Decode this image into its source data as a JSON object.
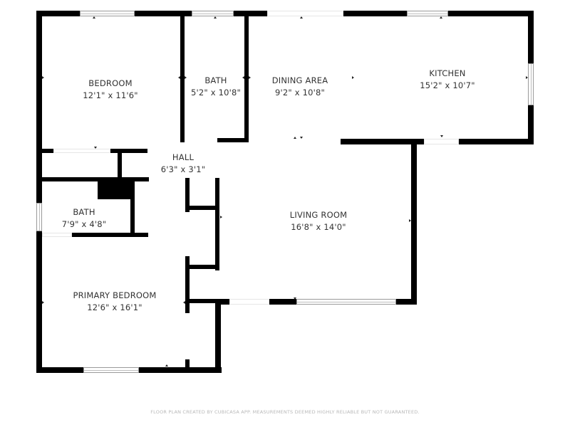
{
  "floorplan": {
    "rooms": [
      {
        "id": "bedroom",
        "name": "BEDROOM",
        "dimensions": "12'1\" x 11'6\""
      },
      {
        "id": "bath-upper",
        "name": "BATH",
        "dimensions": "5'2\" x 10'8\""
      },
      {
        "id": "dining-area",
        "name": "DINING AREA",
        "dimensions": "9'2\" x 10'8\""
      },
      {
        "id": "kitchen",
        "name": "KITCHEN",
        "dimensions": "15'2\" x 10'7\""
      },
      {
        "id": "hall",
        "name": "HALL",
        "dimensions": "6'3\" x 3'1\""
      },
      {
        "id": "bath-lower",
        "name": "BATH",
        "dimensions": "7'9\" x 4'8\""
      },
      {
        "id": "living-room",
        "name": "LIVING ROOM",
        "dimensions": "16'8\" x 14'0\""
      },
      {
        "id": "primary-bedroom",
        "name": "PRIMARY BEDROOM",
        "dimensions": "12'6\" x 16'1\""
      }
    ],
    "footer": "FLOOR PLAN CREATED BY CUBICASA APP. MEASUREMENTS DEEMED HIGHLY RELIABLE BUT NOT GUARANTEED.",
    "colors": {
      "wall": "#000000",
      "text": "#333333",
      "footer": "#b8b8b8",
      "background": "#ffffff"
    }
  }
}
